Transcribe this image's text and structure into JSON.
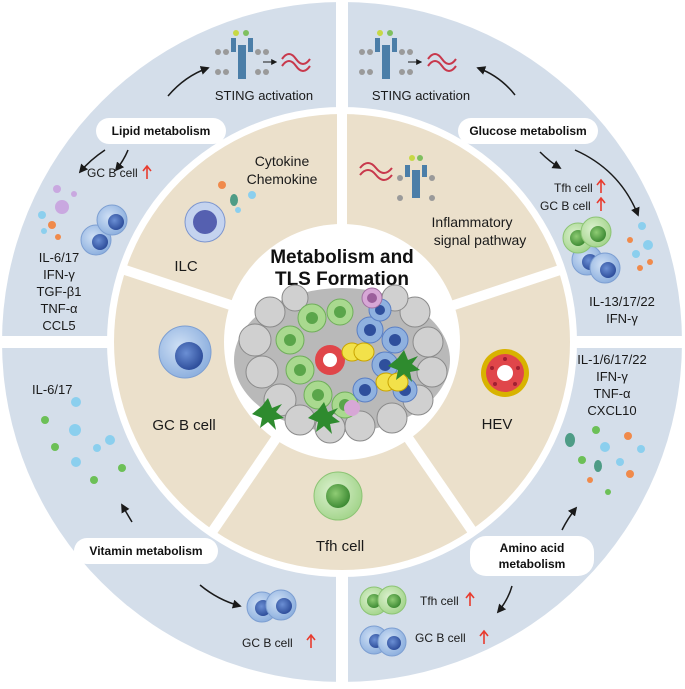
{
  "center": {
    "title_line1": "Metabolism and",
    "title_line2": "TLS Formation"
  },
  "inner_ring": {
    "ilc": {
      "label": "ILC",
      "cytokine": "Cytokine",
      "chemokine": "Chemokine"
    },
    "inflammatory": {
      "line1": "Inflammatory",
      "line2": "signal pathway"
    },
    "hev": {
      "label": "HEV"
    },
    "tfh": {
      "label": "Tfh cell"
    },
    "gcb": {
      "label": "GC B cell"
    }
  },
  "outer_ring": {
    "lipid": {
      "box": "Lipid metabolism",
      "sting": "STING activation",
      "gcb": "GC B cell",
      "cytokines": [
        "IL-6/17",
        "IFN-γ",
        "TGF-β1",
        "TNF-α",
        "CCL5"
      ]
    },
    "glucose": {
      "box": "Glucose metabolism",
      "sting": "STING activation",
      "tfh": "Tfh cell",
      "gcb": "GC B cell",
      "cytokines": [
        "IL-13/17/22",
        "IFN-γ"
      ]
    },
    "vitamin": {
      "box": "Vitamin metabolism",
      "cytokines": [
        "IL-6/17"
      ],
      "gcb": "GC B cell"
    },
    "amino": {
      "box_line1": "Amino acid",
      "box_line2": "metabolism",
      "cytokines": [
        "IL-1/6/17/22",
        "IFN-γ",
        "TNF-α",
        "CXCL10"
      ],
      "tfh": "Tfh cell",
      "gcb": "GC B cell"
    }
  },
  "colors": {
    "outer_ring": "#d4deea",
    "inner_ring": "#ebe0cb",
    "b_cell": "#3d64b5",
    "b_cell_light": "#a9c3e6",
    "tfh_cell": "#b8e0a3",
    "tfh_nucleus": "#5aa54a",
    "up_arrow": "#e83b2e",
    "hev_red": "#e0464a",
    "hev_gold": "#d8b300"
  }
}
